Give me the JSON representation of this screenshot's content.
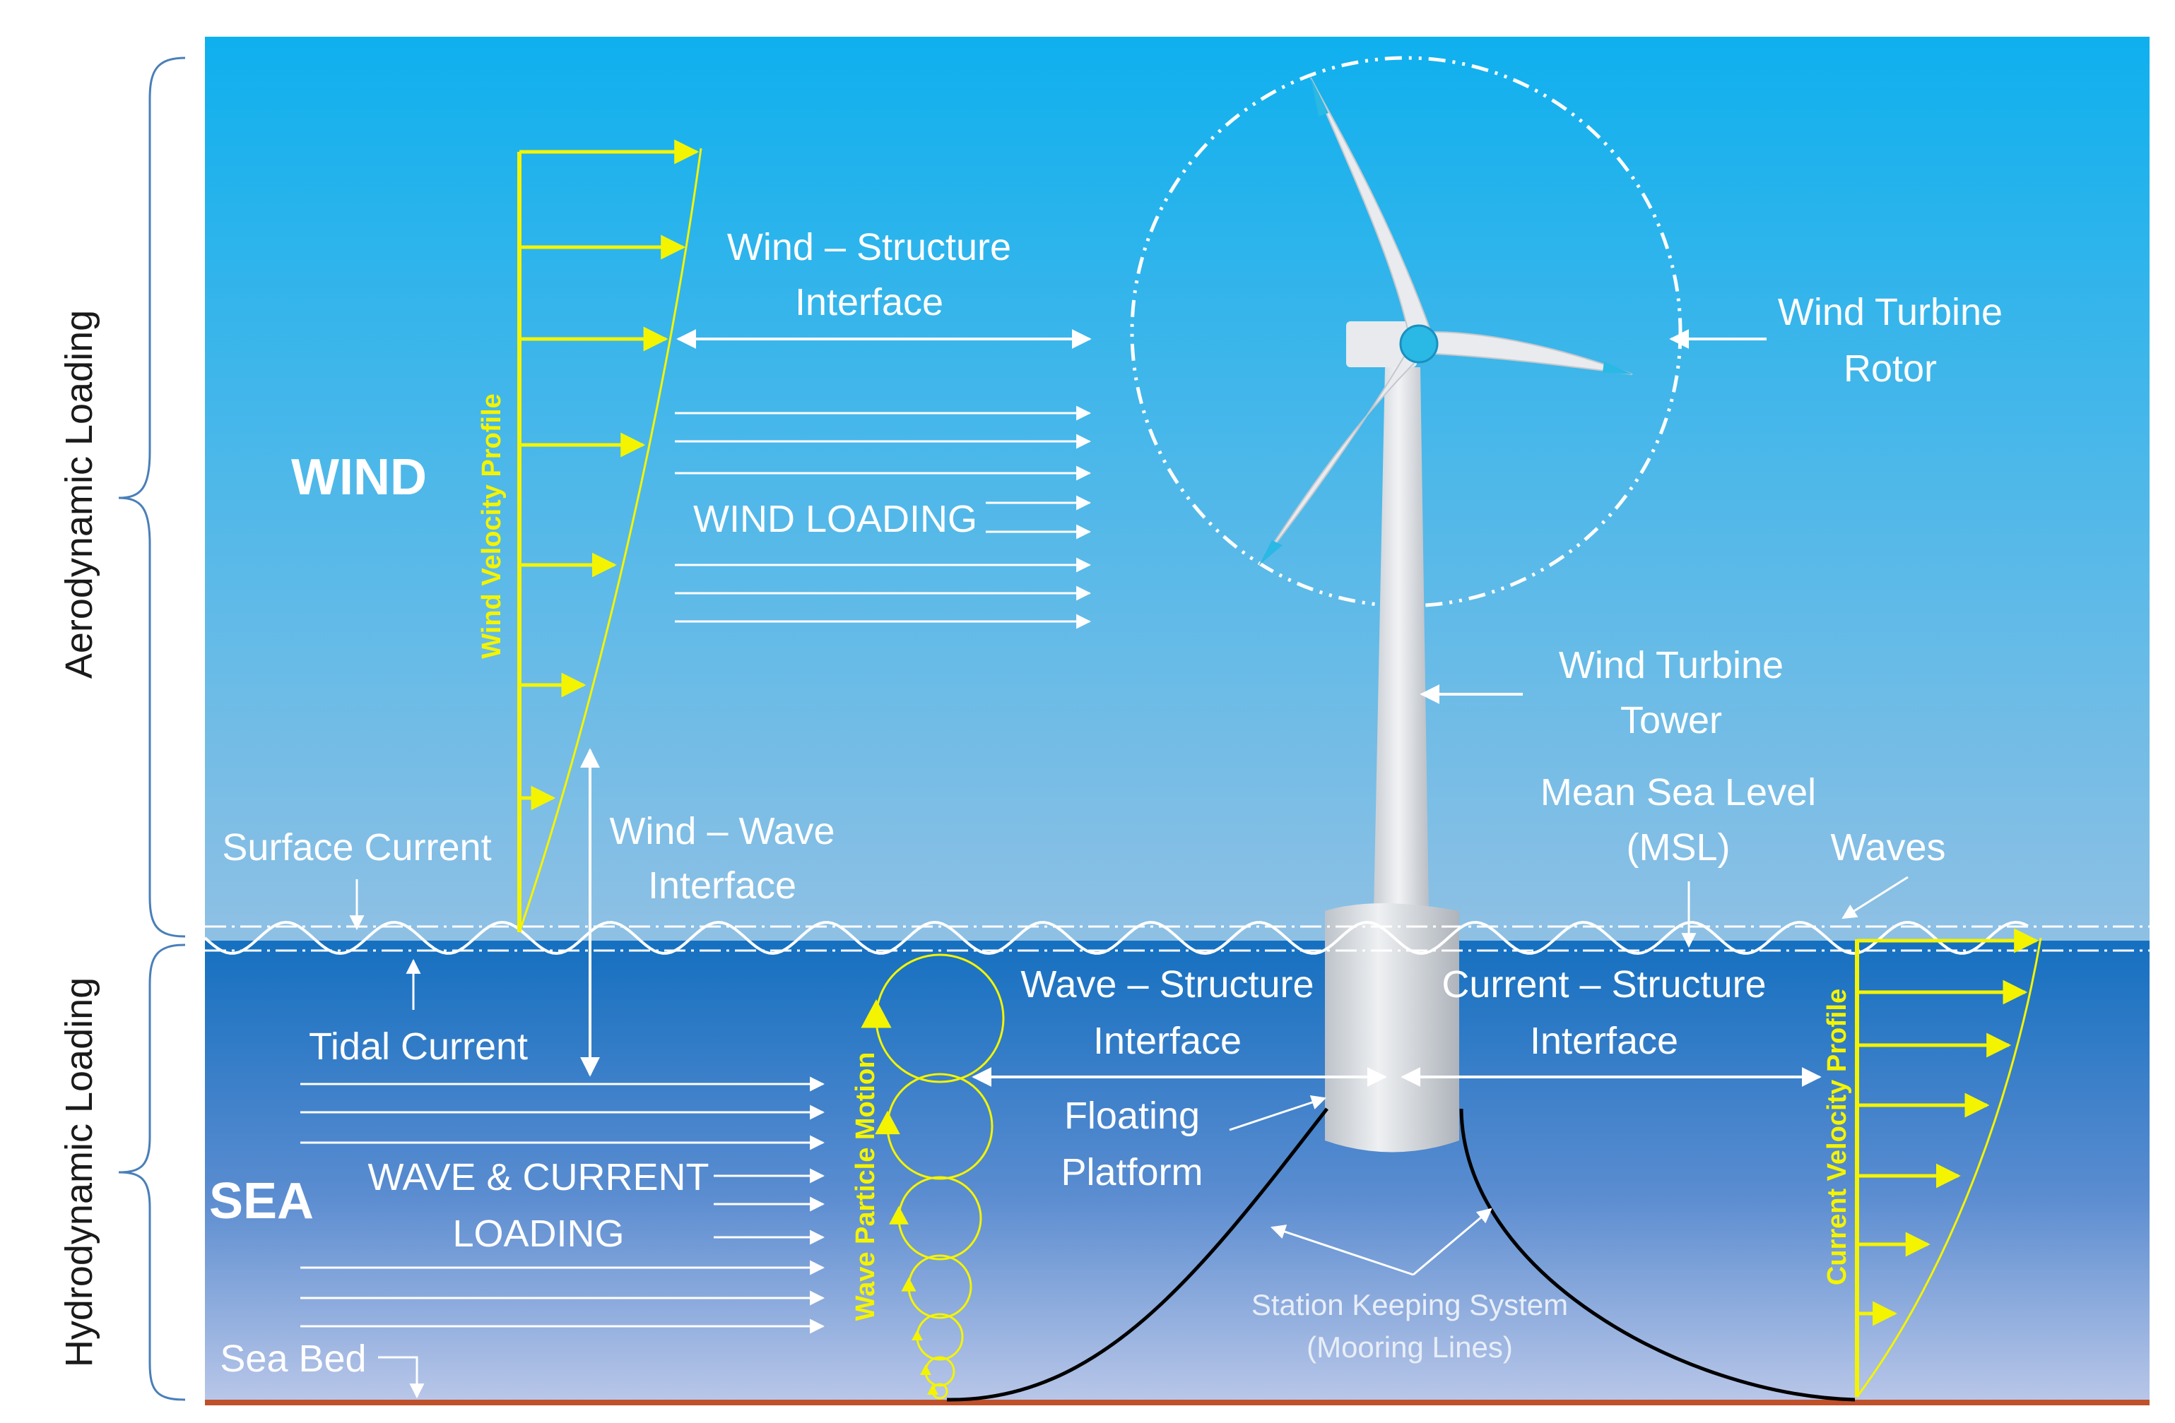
{
  "labels": {
    "aero_loading": "Aerodynamic Loading",
    "hydro_loading": "Hydrodynamic Loading",
    "wind": "WIND",
    "sea": "SEA",
    "wind_velocity_profile": "Wind Velocity Profile",
    "wind_structure_1": "Wind – Structure",
    "wind_structure_2": "Interface",
    "wind_loading": "WIND LOADING",
    "rotor_1": "Wind Turbine",
    "rotor_2": "Rotor",
    "tower_1": "Wind Turbine",
    "tower_2": "Tower",
    "msl_1": "Mean Sea Level",
    "msl_2": "(MSL)",
    "waves": "Waves",
    "surface_current": "Surface Current",
    "wind_wave_1": "Wind – Wave",
    "wind_wave_2": "Interface",
    "tidal_current": "Tidal Current",
    "wave_structure_1": "Wave – Structure",
    "wave_structure_2": "Interface",
    "current_structure_1": "Current – Structure",
    "current_structure_2": "Interface",
    "floating_1": "Floating",
    "floating_2": "Platform",
    "wave_current_1": "WAVE & CURRENT",
    "wave_current_2": "LOADING",
    "wave_particle_motion": "Wave Particle Motion",
    "current_velocity_profile": "Current Velocity Profile",
    "station_keeping_1": "Station Keeping System",
    "station_keeping_2": "(Mooring Lines)",
    "sea_bed": "Sea Bed"
  },
  "colors": {
    "sky_top": "#0fb0ee",
    "sky_bottom": "#8fc0e4",
    "sea_top": "#1570c0",
    "sea_bottom": "#b8c6e8",
    "profile": "#f4f400",
    "annotation": "#ffffff",
    "seabed": "#c0502a",
    "blade_tip": "#2ab8e4"
  }
}
